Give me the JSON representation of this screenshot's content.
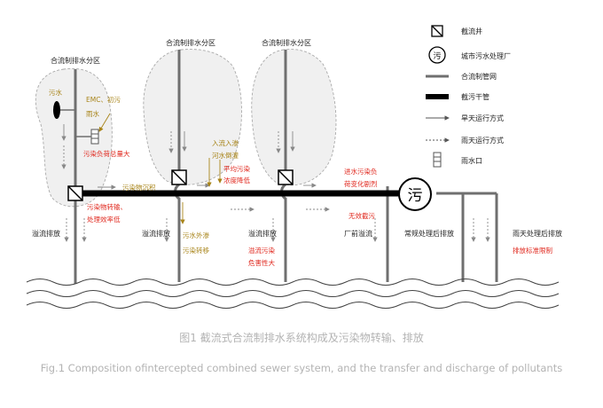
{
  "zones": {
    "zone_label_1": "合流制排水分区",
    "zone_label_2": "合流制排水分区",
    "zone_label_3": "合流制排水分区"
  },
  "left_zone": {
    "sewage": "污水",
    "emc": "EMC、初污",
    "rain": "雨水",
    "load_increase": "污染负荷总量大"
  },
  "annotations": {
    "pollutant_deposit": "污染物沉积",
    "transfer_1": "污染物转输、",
    "transfer_2": "处理效率低",
    "inflow_1": "入流入渗",
    "inflow_2": "河水倒灌",
    "avg_conc_1": "平均污染",
    "avg_conc_2": "浓度降低",
    "exfil_1": "污水外渗",
    "exfil_2": "污染转移",
    "overflow_harm_1": "溢流污染",
    "overflow_harm_2": "危害性大",
    "influent_1": "进水污染负",
    "influent_2": "荷变化剧烈",
    "no_treatment": "无效截污",
    "wwtp_symbol": "污",
    "limit": "排放标准限制"
  },
  "discharges": {
    "overflow_1": "溢流排放",
    "overflow_2": "溢流排放",
    "overflow_3": "溢流排放",
    "plant_overflow": "厂前溢流",
    "regular": "常规处理后排放",
    "rainy": "雨天处理后排放"
  },
  "legend": {
    "items": [
      {
        "icon": "interception-well",
        "label": "截流井"
      },
      {
        "icon": "wwtp",
        "label": "城市污水处理厂",
        "symbol": "污"
      },
      {
        "icon": "combined-pipe",
        "label": "合流制管网"
      },
      {
        "icon": "trunk-pipe",
        "label": "截污干管"
      },
      {
        "icon": "dry-arrow",
        "label": "旱天运行方式"
      },
      {
        "icon": "wet-arrow",
        "label": "雨天运行方式"
      },
      {
        "icon": "rain-inlet",
        "label": "雨水口"
      }
    ]
  },
  "caption": {
    "cn": "图1 截流式合流制排水系统构成及污染物转输、排放",
    "en": "Fig.1 Composition ofintercepted combined sewer system, and the transfer and discharge of pollutants"
  },
  "colors": {
    "red_text": "#e0281e",
    "olive_text": "#a88419",
    "pipe_gray": "#6f6f6f",
    "zone_fill": "#f0f0f0",
    "caption_gray": "#b3b3b3"
  }
}
